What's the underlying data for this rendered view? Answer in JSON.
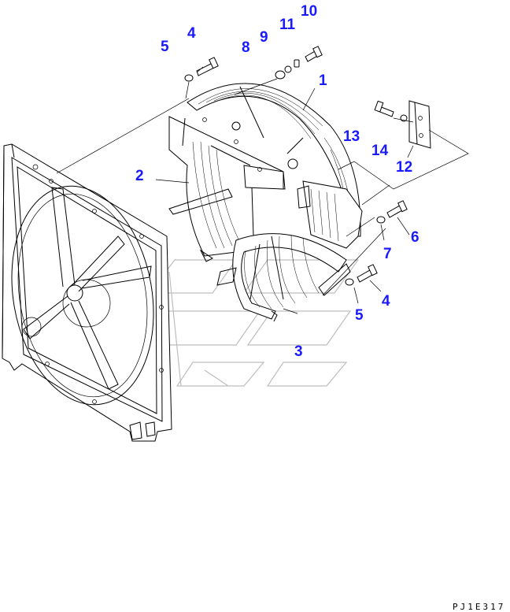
{
  "figure": {
    "code": "PJ1E317",
    "accent_color": "#1a1aff"
  },
  "callouts": [
    {
      "id": "c1",
      "label": "1"
    },
    {
      "id": "c2",
      "label": "2"
    },
    {
      "id": "c3",
      "label": "3"
    },
    {
      "id": "c4a",
      "label": "4"
    },
    {
      "id": "c4b",
      "label": "4"
    },
    {
      "id": "c5a",
      "label": "5"
    },
    {
      "id": "c5b",
      "label": "5"
    },
    {
      "id": "c6",
      "label": "6"
    },
    {
      "id": "c7",
      "label": "7"
    },
    {
      "id": "c8",
      "label": "8"
    },
    {
      "id": "c9",
      "label": "9"
    },
    {
      "id": "c10",
      "label": "10"
    },
    {
      "id": "c11",
      "label": "11"
    },
    {
      "id": "c12",
      "label": "12"
    },
    {
      "id": "c13",
      "label": "13"
    },
    {
      "id": "c14",
      "label": "14"
    }
  ]
}
